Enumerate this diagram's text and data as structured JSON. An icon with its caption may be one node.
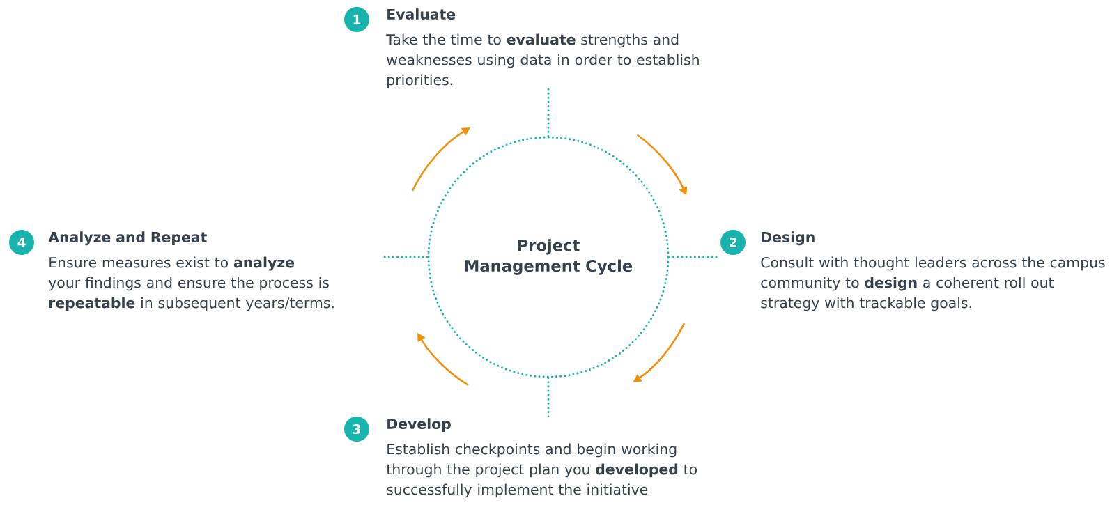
{
  "diagram": {
    "nodes": [
      {
        "text": [
          "Project Management Cycle"
        ]
      },
      {
        "text": [
          "1"
        ]
      },
      {
        "text": [
          "Evaluate",
          "Take the time to **evaluate** strengths and weaknesses using data in order to establish priorities."
        ]
      },
      {
        "text": [
          "2"
        ]
      },
      {
        "text": [
          "Design",
          "Consult with thought leaders across the campus community to **design** a coherent roll out strategy with trackable goals."
        ]
      },
      {
        "text": [
          "3"
        ]
      },
      {
        "text": [
          "Develop",
          "Establish checkpoints and begin working through the project plan you **developed** to successfully implement the initiative"
        ]
      },
      {
        "text": [
          "4"
        ]
      },
      {
        "text": [
          "Analyze and Repeat",
          "Ensure measures exist to **analyze** your findings and ensure the process is **repeatable** in subsequent years/terms."
        ]
      }
    ],
    "edges": [
      {
        "from": 0,
        "to": 2,
        "arrow": "none"
      },
      {
        "from": 0,
        "to": 3,
        "arrow": "none"
      },
      {
        "from": 0,
        "to": 6,
        "arrow": "none"
      },
      {
        "from": 0,
        "to": 8,
        "arrow": "none"
      }
    ]
  }
}
